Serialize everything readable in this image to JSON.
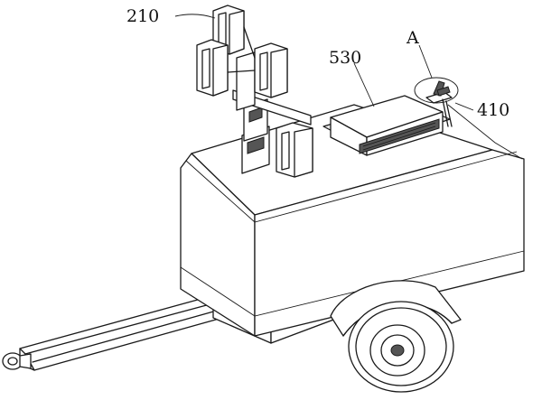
{
  "labels": {
    "light_tower": "210",
    "control_box": "530",
    "detail_marker": "A",
    "switch": "410"
  }
}
